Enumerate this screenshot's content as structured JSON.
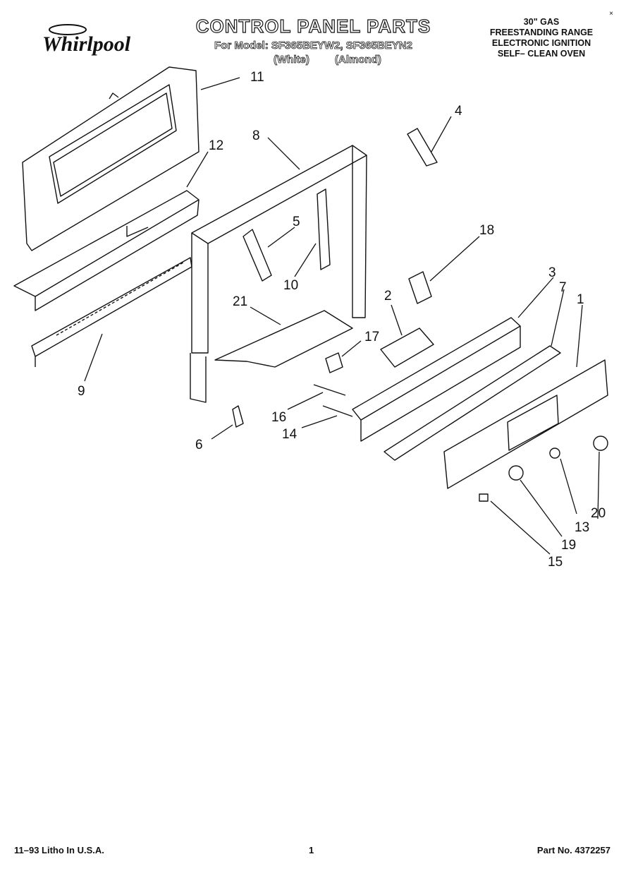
{
  "header": {
    "brand": "Whirlpool",
    "title": "CONTROL PANEL PARTS",
    "model_line": "For Model: SF365BEYW2, SF365BEYN2",
    "color_white": "(White)",
    "color_almond": "(Almond)",
    "product_lines": [
      "30\" GAS",
      "FREESTANDING RANGE",
      "ELECTRONIC IGNITION",
      "SELF– CLEAN OVEN"
    ],
    "corner_mark": "×"
  },
  "callouts": [
    "1",
    "2",
    "3",
    "4",
    "5",
    "6",
    "7",
    "8",
    "9",
    "10",
    "11",
    "12",
    "13",
    "14",
    "15",
    "16",
    "17",
    "18",
    "19",
    "20",
    "21"
  ],
  "footer": {
    "left": "11–93 Litho In U.S.A.",
    "page": "1",
    "part_no": "Part No. 4372257"
  }
}
